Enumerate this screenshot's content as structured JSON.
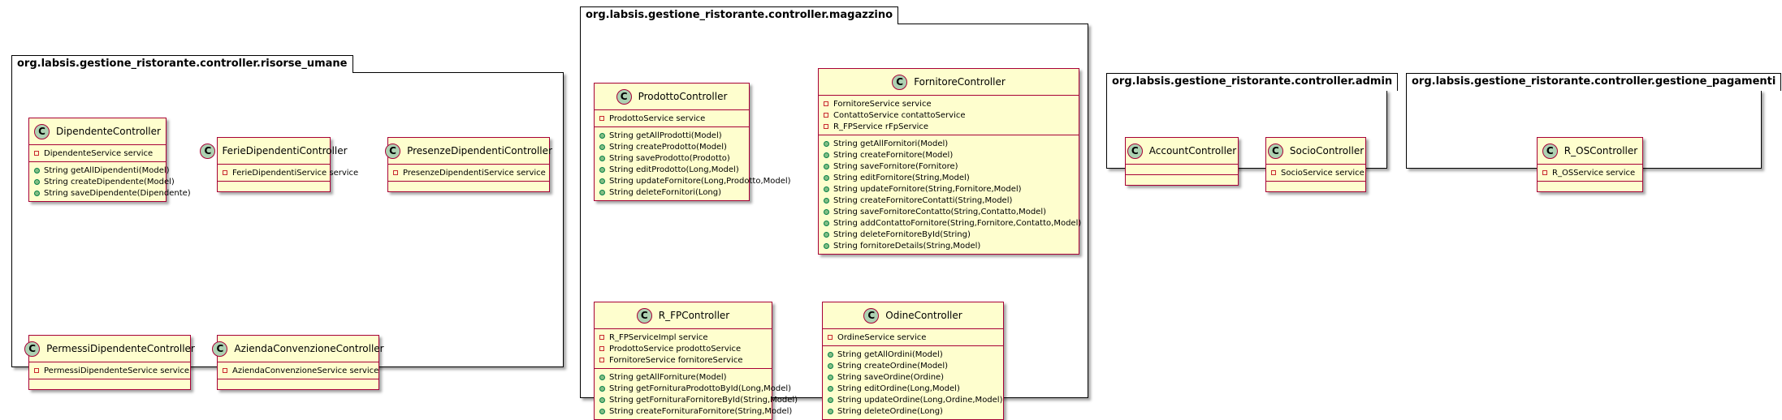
{
  "packages": [
    {
      "name": "org.labsis.gestione_ristorante.controller.risorse_umane",
      "classes": [
        {
          "name": "DipendenteController",
          "fields": [
            "DipendenteService service"
          ],
          "methods": [
            "String getAllDipendenti(Model)",
            "String createDipendente(Model)",
            "String saveDipendente(Dipendente)"
          ]
        },
        {
          "name": "FerieDipendentiController",
          "fields": [
            "FerieDipendentiService service"
          ],
          "methods": []
        },
        {
          "name": "PresenzeDipendentiController",
          "fields": [
            "PresenzeDipendentiService service"
          ],
          "methods": []
        },
        {
          "name": "PermessiDipendenteController",
          "fields": [
            "PermessiDipendenteService service"
          ],
          "methods": []
        },
        {
          "name": "AziendaConvenzioneController",
          "fields": [
            "AziendaConvenzioneService service"
          ],
          "methods": []
        }
      ]
    },
    {
      "name": "org.labsis.gestione_ristorante.controller.magazzino",
      "classes": [
        {
          "name": "ProdottoController",
          "fields": [
            "ProdottoService service"
          ],
          "methods": [
            "String getAllProdotti(Model)",
            "String createProdotto(Model)",
            "String saveProdotto(Prodotto)",
            "String editProdotto(Long,Model)",
            "String updateFornitore(Long,Prodotto,Model)",
            "String deleteFornitori(Long)"
          ]
        },
        {
          "name": "FornitoreController",
          "fields": [
            "FornitoreService service",
            "ContattoService contattoService",
            "R_FPService rFpService"
          ],
          "methods": [
            "String getAllFornitori(Model)",
            "String createFornitore(Model)",
            "String saveFornitore(Fornitore)",
            "String editFornitore(String,Model)",
            "String updateFornitore(String,Fornitore,Model)",
            "String createFornitoreContatti(String,Model)",
            "String saveFornitoreContatto(String,Contatto,Model)",
            "String addContattoFornitore(String,Fornitore,Contatto,Model)",
            "String deleteFornitoreById(String)",
            "String fornitoreDetails(String,Model)"
          ]
        },
        {
          "name": "R_FPController",
          "fields": [
            "R_FPServiceImpl service",
            "ProdottoService prodottoService",
            "FornitoreService fornitoreService"
          ],
          "methods": [
            "String getAllForniture(Model)",
            "String getFornituraProdottoById(Long,Model)",
            "String getFornituraFornitoreById(String,Model)",
            "String createFornituraFornitore(String,Model)"
          ]
        },
        {
          "name": "OdineController",
          "fields": [
            "OrdineService service"
          ],
          "methods": [
            "String getAllOrdini(Model)",
            "String createOrdine(Model)",
            "String saveOrdine(Ordine)",
            "String editOrdine(Long,Model)",
            "String updateOrdine(Long,Ordine,Model)",
            "String deleteOrdine(Long)"
          ]
        }
      ]
    },
    {
      "name": "org.labsis.gestione_ristorante.controller.admin",
      "classes": [
        {
          "name": "AccountController",
          "fields": [],
          "methods": []
        },
        {
          "name": "SocioController",
          "fields": [
            "SocioService service"
          ],
          "methods": []
        }
      ]
    },
    {
      "name": "org.labsis.gestione_ristorante.controller.gestione_pagamenti",
      "classes": [
        {
          "name": "R_OSController",
          "fields": [
            "R_OSService service"
          ],
          "methods": []
        }
      ]
    }
  ],
  "class_icon_letter": "C",
  "colors": {
    "class_fill": "#FEFECE",
    "class_border": "#A80036",
    "icon_fill": "#ADD1B2",
    "field_marker": "#C82930",
    "method_marker": "#84BE84"
  }
}
